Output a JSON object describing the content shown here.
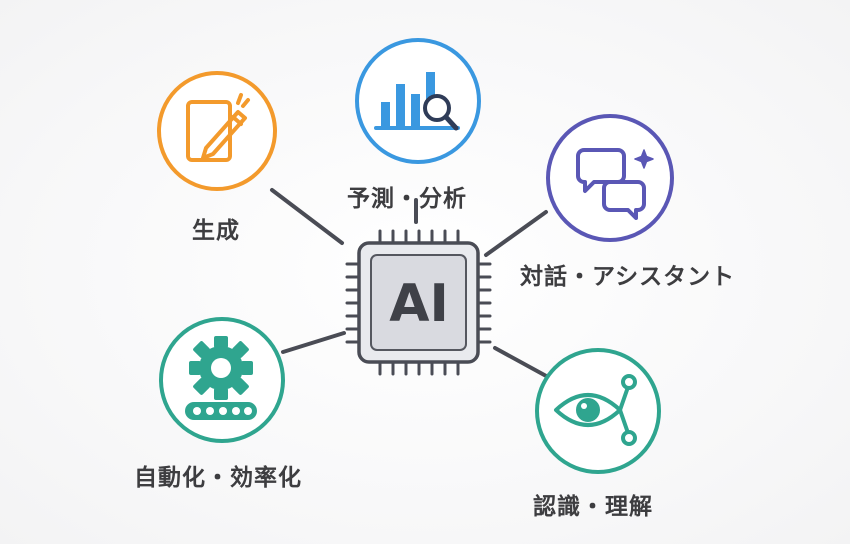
{
  "center": {
    "label": "AI"
  },
  "nodes": {
    "generation": {
      "label": "生成",
      "icon": "pencil-notepad-icon",
      "color": "#f39a2c"
    },
    "prediction": {
      "label": "予測・分析",
      "icon": "chart-magnifier-icon",
      "color": "#3a98e0"
    },
    "chat": {
      "label": "対話・アシスタント",
      "icon": "chat-bubbles-sparkle-icon",
      "color": "#5a57b5"
    },
    "automation": {
      "label": "自動化・効率化",
      "icon": "gear-conveyor-icon",
      "color": "#2fa58f"
    },
    "recognition": {
      "label": "認識・理解",
      "icon": "eye-network-icon",
      "color": "#2fa58f"
    }
  },
  "colors": {
    "connector": "#4a4c55",
    "chip_body": "#dcdde2",
    "chip_border": "#4a4c55"
  }
}
